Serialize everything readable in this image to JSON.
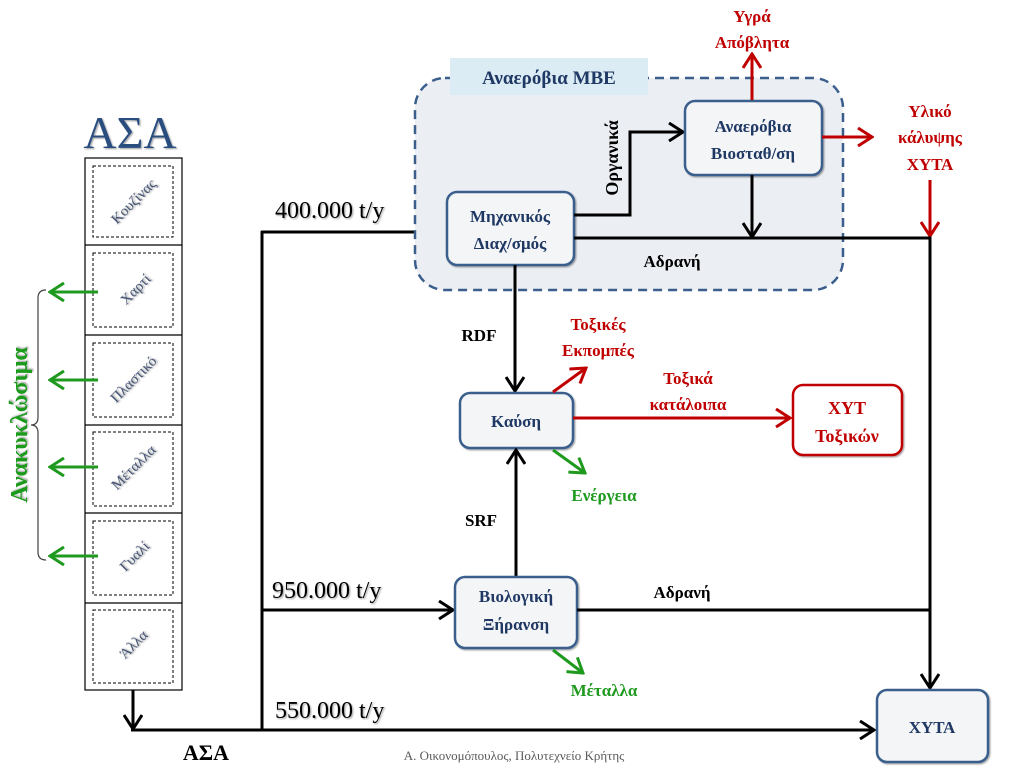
{
  "colors": {
    "node_text": "#1f3864",
    "node_border": "#3b5e8c",
    "red": "#c00000",
    "green": "#1f9a1f",
    "line": "#000000",
    "mbe_fill": "#ebeef3",
    "mbe_label_fill": "#dbecf4",
    "title": "#2c4d80"
  },
  "title": "ΑΣΑ",
  "source_stack": {
    "items": [
      "Κουζίνας",
      "Χαρτί",
      "Πλαστικό",
      "Μέταλλα",
      "Γυαλί",
      "Άλλα"
    ]
  },
  "recyclables_label": "Ανακυκλώσιμα",
  "flows": {
    "to_mbe": "400.000 t/y",
    "to_drying": "950.000 t/y",
    "to_landfill": "550.000 t/y"
  },
  "bottom_label": "ΑΣΑ",
  "mbe_group": {
    "label": "Αναερόβια ΜΒΕ"
  },
  "nodes": {
    "mechanical_sorting": [
      "Μηχανικός",
      "Διαχ/σμός"
    ],
    "anaerobic_stabilization": [
      "Αναερόβια",
      "Βιοσταθ/ση"
    ],
    "incineration": "Καύση",
    "biological_drying": [
      "Βιολογική",
      "Ξήρανση"
    ],
    "hazardous_landfill": [
      "ΧΥΤ",
      "Τοξικών"
    ],
    "landfill": "ΧΥΤΑ"
  },
  "edge_labels": {
    "organics": "Οργανικά",
    "inerts_mbe": "Αδρανή",
    "inerts_drying": "Αδρανή",
    "rdf": "RDF",
    "srf": "SRF",
    "liquid_waste": [
      "Υγρά",
      "Απόβλητα"
    ],
    "landfill_cover": [
      "Υλικό",
      "κάλυψης",
      "ΧΥΤΑ"
    ],
    "toxic_emissions": [
      "Τοξικές",
      "Εκπομπές"
    ],
    "toxic_residues": [
      "Τοξικά",
      "κατάλοιπα"
    ],
    "energy": "Ενέργεια",
    "metals": "Μέταλλα"
  },
  "footer": "Α. Οικονομόπουλος, Πολυτεχνείο Κρήτης"
}
